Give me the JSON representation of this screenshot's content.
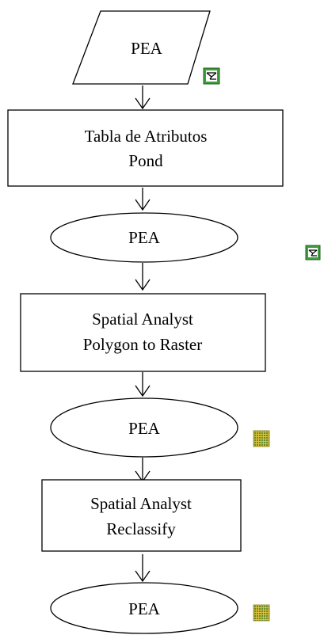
{
  "diagram": {
    "nodes": [
      {
        "id": "n1",
        "shape": "parallelogram",
        "lines": [
          "PEA"
        ],
        "icon": "polygon-shapefile-icon"
      },
      {
        "id": "n2",
        "shape": "rectangle",
        "lines": [
          "Tabla de Atributos",
          "Pond"
        ]
      },
      {
        "id": "n3",
        "shape": "ellipse",
        "lines": [
          "PEA"
        ],
        "icon": "polygon-shapefile-icon"
      },
      {
        "id": "n4",
        "shape": "rectangle",
        "lines": [
          "Spatial Analyst",
          "Polygon to Raster"
        ]
      },
      {
        "id": "n5",
        "shape": "ellipse",
        "lines": [
          "PEA"
        ],
        "icon": "raster-grid-icon"
      },
      {
        "id": "n6",
        "shape": "rectangle",
        "lines": [
          "Spatial Analyst",
          "Reclassify"
        ]
      },
      {
        "id": "n7",
        "shape": "ellipse",
        "lines": [
          "PEA"
        ],
        "icon": "raster-grid-icon"
      }
    ],
    "edges": [
      {
        "from": "n1",
        "to": "n2"
      },
      {
        "from": "n2",
        "to": "n3"
      },
      {
        "from": "n3",
        "to": "n4"
      },
      {
        "from": "n4",
        "to": "n5"
      },
      {
        "from": "n5",
        "to": "n6"
      },
      {
        "from": "n6",
        "to": "n7"
      }
    ],
    "colors": {
      "stroke": "#000000",
      "fill": "#ffffff",
      "shapefile_icon_bg": "#3f9f3f",
      "raster_icon_bg": "#d4c43a"
    }
  }
}
